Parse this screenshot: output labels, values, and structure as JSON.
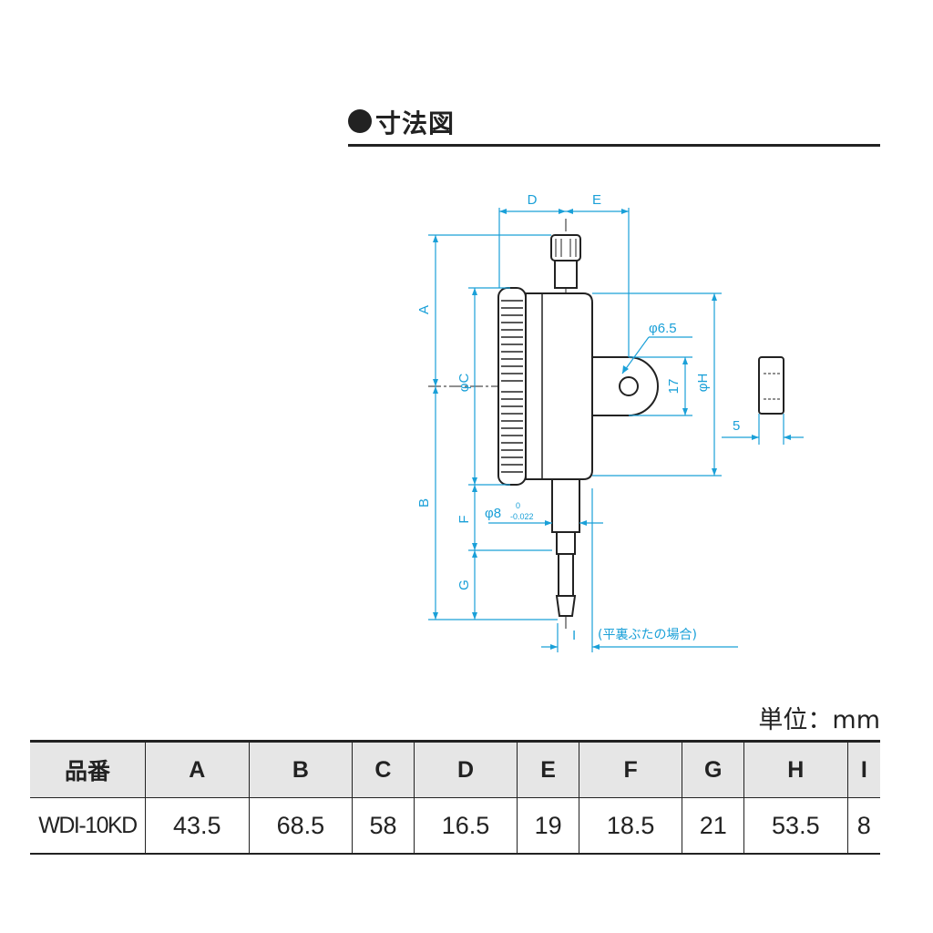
{
  "section": {
    "title": "寸法図"
  },
  "diagram": {
    "labels": {
      "d": "D",
      "e": "E",
      "a": "A",
      "b": "B",
      "c": "φC",
      "f": "F",
      "g": "G",
      "h": "φH",
      "i": "I",
      "hole": "φ6.5",
      "lug_dim": "17",
      "thickness": "5",
      "stem": "φ8",
      "stem_tol_upper": "0",
      "stem_tol_lower": "-0.022",
      "note": "(平裏ぶたの場合)"
    }
  },
  "unit": "単位：mm",
  "table": {
    "headers": [
      "品番",
      "A",
      "B",
      "C",
      "D",
      "E",
      "F",
      "G",
      "H",
      "I"
    ],
    "rows": [
      [
        "WDI-10KD",
        "43.5",
        "68.5",
        "58",
        "16.5",
        "19",
        "18.5",
        "21",
        "53.5",
        "8"
      ]
    ]
  },
  "colors": {
    "dimension": "#1aa0d8",
    "outline": "#222222",
    "header_bg": "#e6e6e6"
  }
}
